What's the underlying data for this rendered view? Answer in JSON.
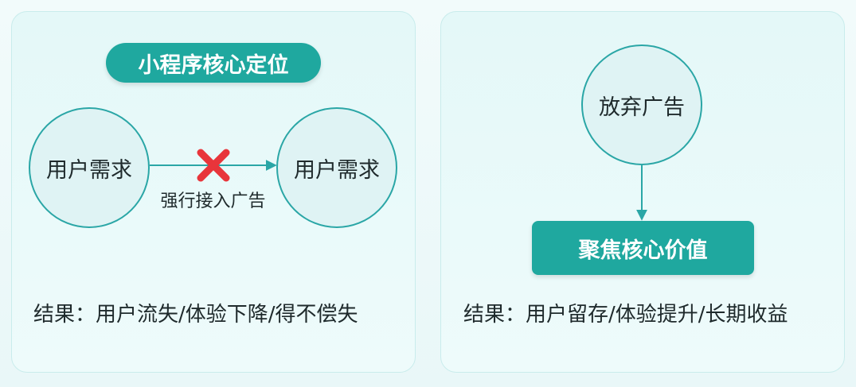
{
  "left_panel": {
    "title": "小程序核心定位",
    "node_from": "用户需求",
    "node_to": "用户需求",
    "edge_label": "强行接入广告",
    "result": "结果：用户流失/体验下降/得不偿失"
  },
  "right_panel": {
    "node_top": "放弃广告",
    "node_bottom": "聚焦核心价值",
    "result": "结果：用户留存/体验提升/长期收益"
  },
  "colors": {
    "accent": "#1fa89f",
    "circle_border": "#2aa6a6",
    "cross": "#e8353b"
  },
  "icons": {
    "blocked": "cross-icon"
  }
}
